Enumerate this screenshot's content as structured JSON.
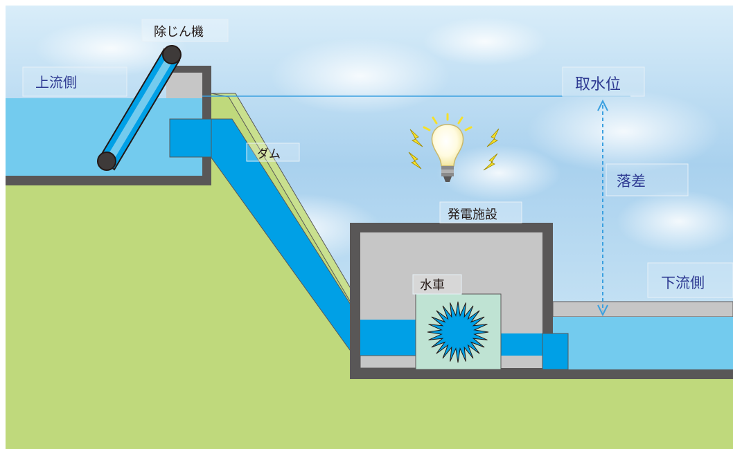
{
  "labels": {
    "debris_remover": "除じん機",
    "upstream": "上流側",
    "intake_level": "取水位",
    "dam": "ダム",
    "head": "落差",
    "power_facility": "発電施設",
    "waterwheel": "水車",
    "downstream": "下流側"
  },
  "colors": {
    "sky_top": "#d6ebf8",
    "sky_mid": "#9fcbeb",
    "water": "#73cbee",
    "pipe": "#00a0e6",
    "ground": "#bfd97c",
    "dam_face": "#c9e08e",
    "concrete": "#c6c6c6",
    "wall": "#595757",
    "turbine_box": "#bfe3d3",
    "label_blue": "#2e3a92",
    "label_black": "#231815",
    "arrow": "#3aa0e0",
    "spark": "#f5e02a"
  }
}
